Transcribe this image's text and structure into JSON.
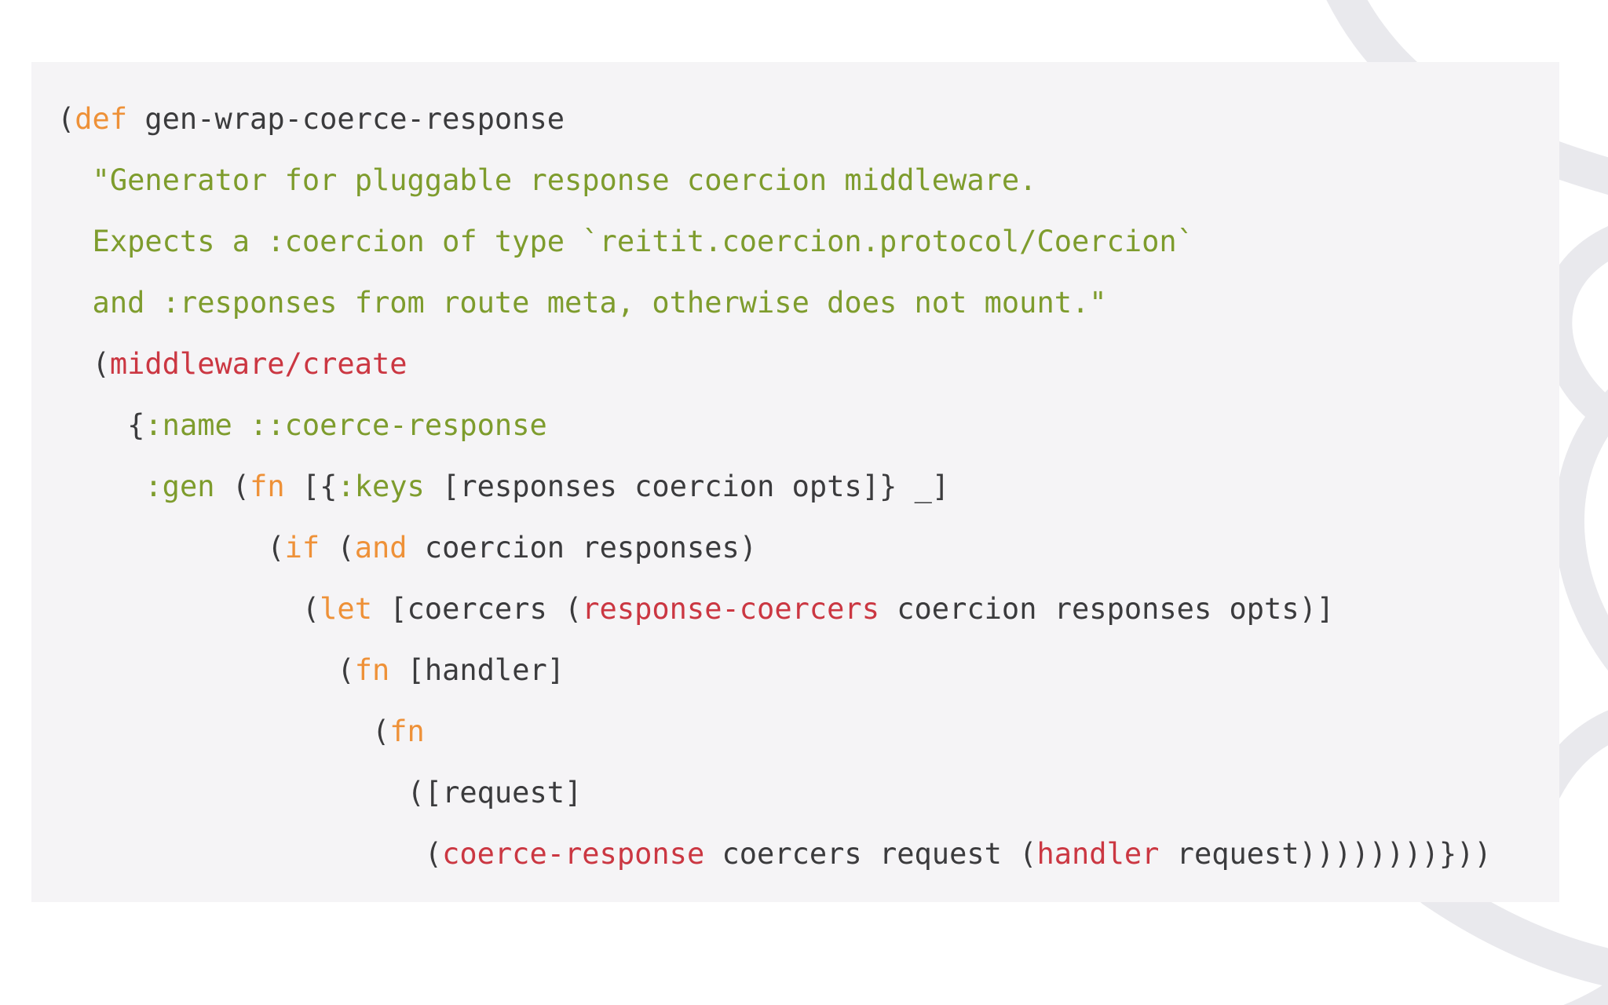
{
  "colors": {
    "text": "#3b3b3d",
    "keyword": "#ee9138",
    "string": "#7e9c2d",
    "symbol": "#cb3742",
    "panel_bg": "#f5f4f6",
    "page_bg": "#ffffff",
    "swirl": "#e9e9ed"
  },
  "code": {
    "language": "clojure",
    "lines": [
      {
        "tokens": [
          [
            "d",
            "("
          ],
          [
            "o",
            "def"
          ],
          [
            "d",
            " gen-wrap-coerce-response"
          ]
        ]
      },
      {
        "tokens": [
          [
            "g",
            "  \"Generator for pluggable response coercion middleware."
          ]
        ]
      },
      {
        "tokens": [
          [
            "g",
            "  Expects a :coercion of type `reitit.coercion.protocol/Coercion`"
          ]
        ]
      },
      {
        "tokens": [
          [
            "g",
            "  and :responses from route meta, otherwise does not mount.\""
          ]
        ]
      },
      {
        "tokens": [
          [
            "d",
            "  ("
          ],
          [
            "r",
            "middleware/create"
          ]
        ]
      },
      {
        "tokens": [
          [
            "d",
            "    {"
          ],
          [
            "g",
            ":name"
          ],
          [
            "d",
            " "
          ],
          [
            "g",
            "::coerce-response"
          ]
        ]
      },
      {
        "tokens": [
          [
            "d",
            "     "
          ],
          [
            "g",
            ":gen"
          ],
          [
            "d",
            " ("
          ],
          [
            "o",
            "fn"
          ],
          [
            "d",
            " [{"
          ],
          [
            "g",
            ":keys"
          ],
          [
            "d",
            " [responses coercion opts]} _]"
          ]
        ]
      },
      {
        "tokens": [
          [
            "d",
            "            ("
          ],
          [
            "o",
            "if"
          ],
          [
            "d",
            " ("
          ],
          [
            "o",
            "and"
          ],
          [
            "d",
            " coercion responses)"
          ]
        ]
      },
      {
        "tokens": [
          [
            "d",
            "              ("
          ],
          [
            "o",
            "let"
          ],
          [
            "d",
            " [coercers ("
          ],
          [
            "r",
            "response-coercers"
          ],
          [
            "d",
            " coercion responses opts)]"
          ]
        ]
      },
      {
        "tokens": [
          [
            "d",
            "                ("
          ],
          [
            "o",
            "fn"
          ],
          [
            "d",
            " [handler]"
          ]
        ]
      },
      {
        "tokens": [
          [
            "d",
            "                  ("
          ],
          [
            "o",
            "fn"
          ]
        ]
      },
      {
        "tokens": [
          [
            "d",
            "                    ([request]"
          ]
        ]
      },
      {
        "tokens": [
          [
            "d",
            "                     ("
          ],
          [
            "r",
            "coerce-response"
          ],
          [
            "d",
            " coercers request ("
          ],
          [
            "r",
            "handler"
          ],
          [
            "d",
            " request))))))))}))"
          ]
        ]
      }
    ]
  }
}
